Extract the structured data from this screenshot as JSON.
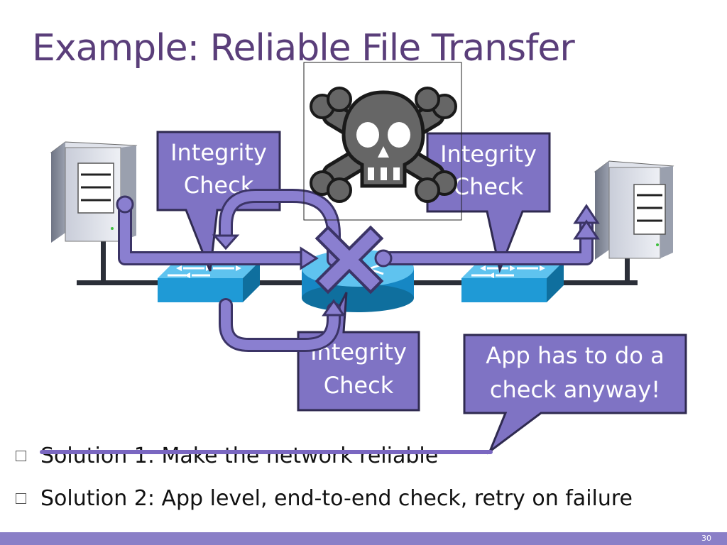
{
  "slide": {
    "title": "Example: Reliable File Transfer",
    "page_number": "30"
  },
  "callouts": {
    "switch_left": "Integrity Check",
    "switch_left_line1": "Integrity",
    "switch_left_line2": "Check",
    "switch_right_line1": "Integrity",
    "switch_right_line2": "Check",
    "router_line1": "Integrity",
    "router_line2": "Check",
    "app_line1": "App has to do a",
    "app_line2": "check anyway!"
  },
  "bullets": [
    {
      "text": "Solution 1: Make the network reliable",
      "struck": true
    },
    {
      "text": "Solution 2: App level, end-to-end check, retry on failure",
      "struck": false
    }
  ],
  "icons": {
    "failure": "skull-crossbones-icon",
    "drop": "x-mark-icon",
    "server_left": "server-icon",
    "server_right": "server-icon",
    "switch": "network-switch-icon",
    "router": "router-icon"
  },
  "colors": {
    "title": "#5a3e7a",
    "callout_fill": "#7f73c4",
    "callout_stroke": "#2f2a50",
    "path": "#8a7fd0",
    "device": "#1f9ad6",
    "footer": "#8a7fc7"
  }
}
